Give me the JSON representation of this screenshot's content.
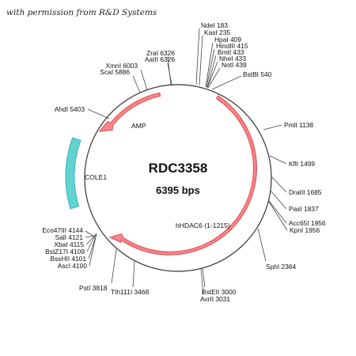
{
  "credit": "with permission from R&D Systems",
  "plasmid": {
    "name": "RDC3358",
    "size": "6395 bps"
  },
  "colors": {
    "arrow": "#e8585c",
    "arrow_fill": "#f48a8d",
    "ori": "#62d3d3",
    "ring": "#333333"
  },
  "features": [
    {
      "id": "hdac6",
      "label": "hHDAC6 (1-1215)",
      "type": "cds"
    },
    {
      "id": "amp",
      "label": "AMP",
      "type": "cds"
    },
    {
      "id": "cole1",
      "label": "COLE1",
      "type": "origin"
    }
  ],
  "sites": [
    {
      "label": "NdeI 183"
    },
    {
      "label": "KasI 235"
    },
    {
      "label": "HpaI 409"
    },
    {
      "label": "HindIII 415"
    },
    {
      "label": "BmtI 433"
    },
    {
      "label": "NheI 433"
    },
    {
      "label": "NotI 439"
    },
    {
      "label": "BstBI 540"
    },
    {
      "label": "PmlI 1138"
    },
    {
      "label": "KflI 1499"
    },
    {
      "label": "DraIII 1685"
    },
    {
      "label": "PasI 1837"
    },
    {
      "label": "Acc65I 1956"
    },
    {
      "label": "KpnI 1956"
    },
    {
      "label": "SphI 2364"
    },
    {
      "label": "BstEII 3000"
    },
    {
      "label": "AvrII 3031"
    },
    {
      "label": "Tth111I 3468"
    },
    {
      "label": "PstI 3818"
    },
    {
      "label": "AscI 4100"
    },
    {
      "label": "BssHII 4101"
    },
    {
      "label": "BstZ17I 4109"
    },
    {
      "label": "XbaI 4115"
    },
    {
      "label": "SalI 4121"
    },
    {
      "label": "Eco47III 4144"
    },
    {
      "label": "AhdI 5403"
    },
    {
      "label": "ScaI 5886"
    },
    {
      "label": "XmnI 6003"
    },
    {
      "label": "AatII 6326"
    },
    {
      "label": "ZraI 6326"
    }
  ]
}
